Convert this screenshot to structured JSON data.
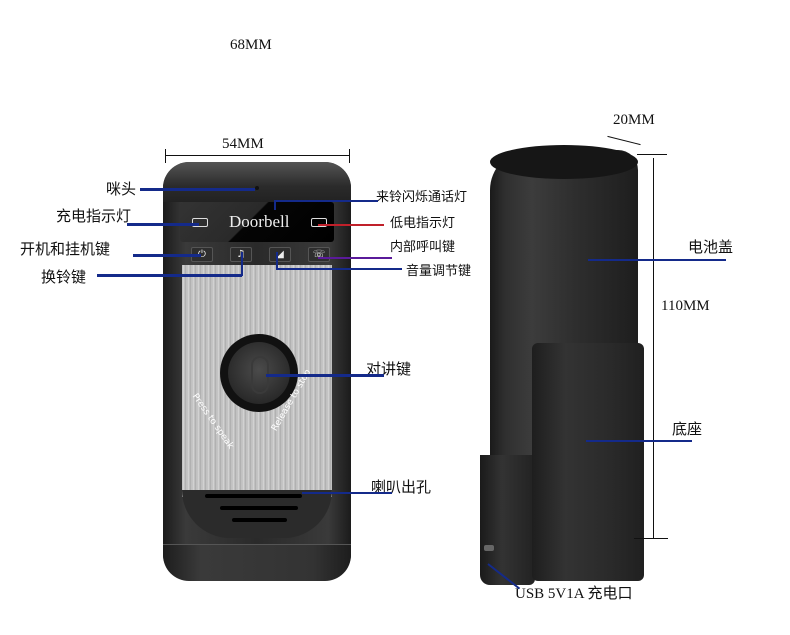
{
  "dimensions": {
    "overall_width": "68MM",
    "front_width": "54MM",
    "depth": "20MM",
    "height": "110MM"
  },
  "front": {
    "display_text": "Doorbell",
    "ptt_text_left": "Press to speak",
    "ptt_text_right": "Release to stop",
    "labels": {
      "mic": "咪头",
      "charge_indicator": "充电指示灯",
      "power_hangup_key": "开机和挂机键",
      "ring_change_key": "换铃键",
      "ring_flash_light": "来铃闪烁通话灯",
      "low_battery_light": "低电指示灯",
      "intercom_key": "内部呼叫键",
      "volume_key": "音量调节键",
      "talk_key": "对讲键",
      "speaker_holes": "喇叭出孔"
    },
    "buttons": [
      {
        "name": "power",
        "icon": "⏻"
      },
      {
        "name": "ring",
        "icon": "♫"
      },
      {
        "name": "volume",
        "icon": "◢"
      },
      {
        "name": "intercom",
        "icon": "☏"
      }
    ]
  },
  "side": {
    "labels": {
      "battery_cover": "电池盖",
      "base": "底座",
      "usb_port": "USB 5V1A 充电口"
    }
  },
  "colors": {
    "leader_blue": "#142a8a",
    "leader_red": "#c0202a",
    "leader_purple": "#5a1a9a"
  }
}
